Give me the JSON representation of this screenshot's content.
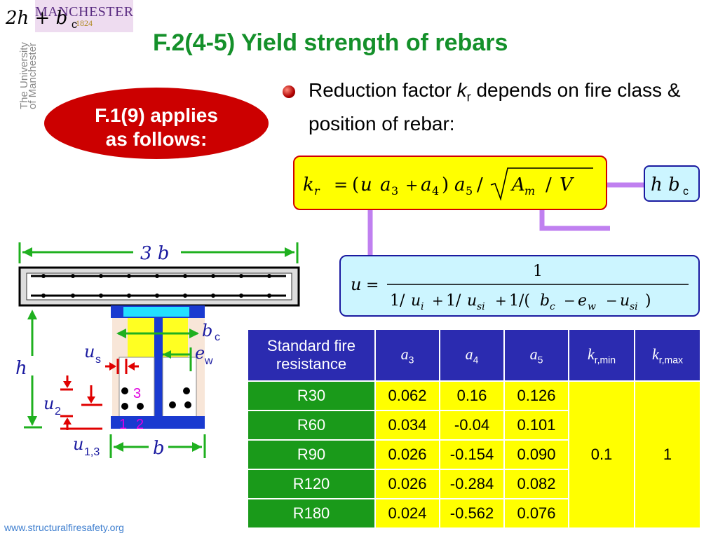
{
  "logo": {
    "line1": "MANCHESTER",
    "line2": "1824"
  },
  "university": [
    "The University",
    "of Manchester"
  ],
  "title": "F.2(4-5) Yield strength of rebars",
  "applies": {
    "line1": "F.1(9) applies",
    "line2": "as follows:"
  },
  "description": {
    "part1": "Reduction factor ",
    "symbol": "k",
    "subscript": "r",
    "part2": " depends on fire class & position of rebar:"
  },
  "formula_kr": "k_r = (u a3 + a4) a5 / sqrt(Am/V)",
  "formula_u": "u = 1 / (1/u_i + 1/u_si + 1/(b_c − e_w − u_si))",
  "box_hb": "h b_c",
  "box_2hb": "2h + b_c",
  "diagram": {
    "width_label": "3 b",
    "h_label": "h",
    "bc_label": "b_c",
    "ew_label": "e_w",
    "us_label": "u_s",
    "u2_label": "u_2",
    "u13_label": "u_1,3",
    "b_label": "b",
    "rebar1": "1",
    "rebar2": "2",
    "rebar3": "3"
  },
  "table": {
    "headers": [
      "Standard fire resistance",
      "a3",
      "a4",
      "a5",
      "kr,min",
      "kr,max"
    ],
    "rows": [
      {
        "rating": "R30",
        "a3": "0.062",
        "a4": "0.16",
        "a5": "0.126"
      },
      {
        "rating": "R60",
        "a3": "0.034",
        "a4": "-0.04",
        "a5": "0.101"
      },
      {
        "rating": "R90",
        "a3": "0.026",
        "a4": "-0.154",
        "a5": "0.090"
      },
      {
        "rating": "R120",
        "a3": "0.026",
        "a4": "-0.284",
        "a5": "0.082"
      },
      {
        "rating": "R180",
        "a3": "0.024",
        "a4": "-0.562",
        "a5": "0.076"
      }
    ],
    "kr_min": "0.1",
    "kr_max": "1"
  },
  "footer": "www.structuralfiresafety.org",
  "colors": {
    "title": "#14902a",
    "ellipse": "#cc0000",
    "table_header": "#2b2bb0",
    "table_rating": "#1a9a1a",
    "table_value": "#ffff00",
    "connector": "#c080f0"
  }
}
